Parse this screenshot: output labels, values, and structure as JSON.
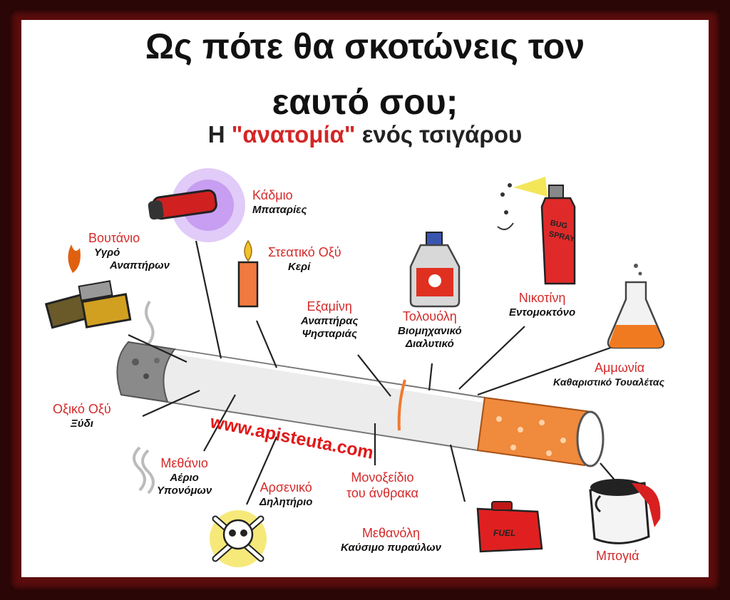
{
  "title_line1": "Ως πότε θα σκοτώνεις τον",
  "title_line2": "εαυτό σου;",
  "subtitle_pre": "Η ",
  "subtitle_highlight": "\"ανατομία\"",
  "subtitle_post": " ενός τσιγάρου",
  "watermark": "www.apisteuta.com",
  "labels": {
    "kadmio": {
      "name": "Κάδμιο",
      "desc": "Μπαταρίες"
    },
    "voutanio": {
      "name": "Βουτάνιο",
      "desc1": "Υγρό",
      "desc2": "Αναπτήρων"
    },
    "steatiko": {
      "name": "Στεατικό Οξύ",
      "desc": "Κερί"
    },
    "examini": {
      "name": "Εξαμίνη",
      "desc1": "Αναπτήρας",
      "desc2": "Ψησταριάς"
    },
    "tolouoli": {
      "name": "Τολουόλη",
      "desc1": "Βιομηχανικό",
      "desc2": "Διαλυτικό"
    },
    "nikotini": {
      "name": "Νικοτίνη",
      "desc": "Εντομοκτόνο"
    },
    "ammonia": {
      "name": "Αμμωνία",
      "desc": "Καθαριστικό Τουαλέτας"
    },
    "oxiko": {
      "name": "Οξικό Οξύ",
      "desc": "Ξύδι"
    },
    "methanio": {
      "name": "Μεθάνιο",
      "desc1": "Αέριο",
      "desc2": "Υπονόμων"
    },
    "arseniko": {
      "name": "Αρσενικό",
      "desc": "Δηλητήριο"
    },
    "monoxeidio": {
      "name1": "Μονοξείδιο",
      "name2": "του άνθρακα"
    },
    "methanoli": {
      "name": "Μεθανόλη",
      "desc": "Καύσιμο πυραύλων"
    },
    "mpogia": {
      "name": "Μπογιά"
    }
  },
  "icons": {
    "spray_text1": "BUG",
    "spray_text2": "SPRAY",
    "fuel_text": "FUEL"
  },
  "colors": {
    "label_red": "#d42a2a",
    "filter_orange": "#f08a3c",
    "frame": "#5c0c0c"
  }
}
